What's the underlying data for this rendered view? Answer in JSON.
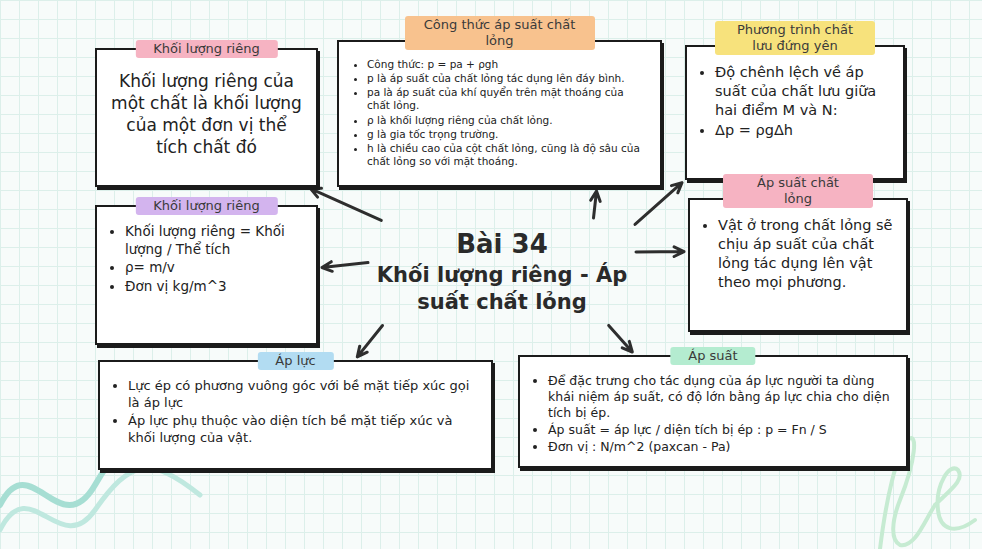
{
  "diagram": {
    "nodes": [
      {
        "text": [
          "Khối lượng riêng",
          "Khối lượng riêng của một chất là khối lượng của một đơn vị thể tích chất đó"
        ]
      },
      {
        "text": [
          "Công thức áp suất chất lỏng",
          "Công thức: p = pa + ρgh",
          "p là áp suất của chất lỏng tác dụng lên đáy bình.",
          "pa là áp suất của khí quyển trên mặt thoáng của chất lỏng.",
          "ρ là khối lượng riêng của chất lỏng.",
          "g là gia tốc trọng trường.",
          "h là chiều cao của cột chất lỏng, cũng là độ sâu của chất lỏng so với mặt thoáng."
        ]
      },
      {
        "text": [
          "Phương trình chất lưu đứng yên",
          "Độ chênh lệch về áp suất của chất lưu giữa hai điểm M và N:",
          "Δp = ρgΔh"
        ]
      },
      {
        "text": [
          "Khối lượng riêng",
          "Khối lượng riêng = Khối lượng / Thể tích",
          "ρ= m/v",
          "Đơn vị kg/m^3"
        ]
      },
      {
        "text": [
          "Bài 34",
          "Khối lượng riêng - Áp suất chất lỏng"
        ]
      },
      {
        "text": [
          "Áp suất chất lỏng",
          "Vật ở trong chất lỏng sẽ chịu áp suất của chất lỏng tác dụng lên vật theo mọi phương."
        ]
      },
      {
        "text": [
          "Áp lực",
          "Lực ép có phương vuông góc với bề mặt tiếp xúc gọi là áp lực",
          "Áp lực phụ thuộc vào diện tích bề mặt tiếp xúc và khối lượng của vật."
        ]
      },
      {
        "text": [
          "Áp suất",
          "Để đặc trưng cho tác dụng của áp lực người ta dùng khái niệm áp suất, có độ lớn bằng áp lực chia cho diện tích bị ép.",
          "Áp suất = áp lực / diện tích bị ép : p = Fn / S",
          "Đơn vị : N/m^2 (paxcan - Pa)"
        ]
      }
    ],
    "edges": [
      {
        "from": 4,
        "to": 0,
        "arrow": "to"
      },
      {
        "from": 4,
        "to": 1,
        "arrow": "to"
      },
      {
        "from": 4,
        "to": 2,
        "arrow": "to"
      },
      {
        "from": 4,
        "to": 3,
        "arrow": "to"
      },
      {
        "from": 4,
        "to": 5,
        "arrow": "to"
      },
      {
        "from": 4,
        "to": 6,
        "arrow": "to"
      },
      {
        "from": 4,
        "to": 7,
        "arrow": "to"
      }
    ]
  }
}
